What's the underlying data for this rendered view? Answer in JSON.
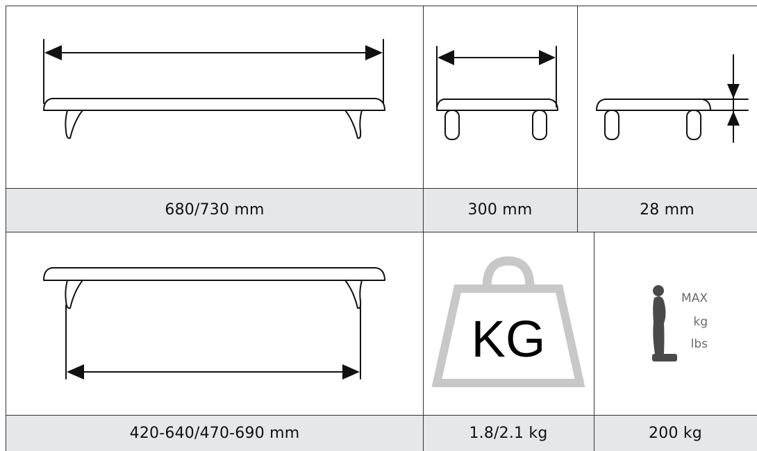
{
  "row1": {
    "labels": {
      "width": "680/730 mm",
      "depth": "300 mm",
      "thickness": "28 mm"
    }
  },
  "row2": {
    "labels": {
      "span": "420-640/470-690 mm",
      "weight": "1.8/2.1 kg",
      "max_load": "200 kg"
    },
    "weight_icon_text": "KG",
    "max_icon_lines": [
      "MAX",
      "kg",
      "lbs"
    ]
  },
  "colors": {
    "label_bg": "#e6e7e8",
    "grid_line": "#333333",
    "kg_icon": "#c8c8c8"
  }
}
